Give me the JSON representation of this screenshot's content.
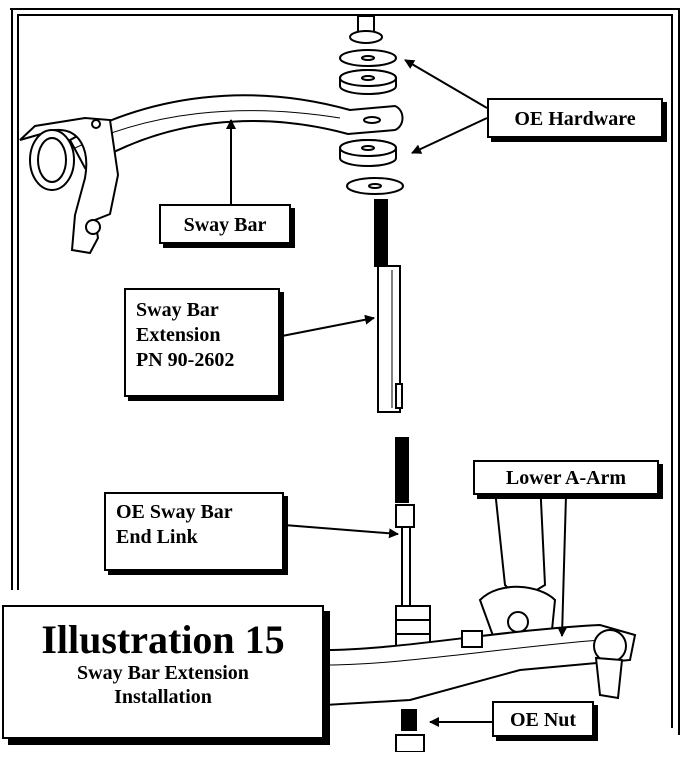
{
  "callouts": {
    "oe_hardware": "OE Hardware",
    "sway_bar": "Sway Bar",
    "extension": [
      "Sway Bar",
      "Extension",
      "PN 90-2602"
    ],
    "lower_a_arm": "Lower A-Arm",
    "end_link": [
      "OE Sway Bar",
      "End Link"
    ],
    "oe_nut": "OE Nut"
  },
  "illustration": {
    "title": "Illustration 15",
    "subtitle": [
      "Sway Bar Extension",
      "Installation"
    ]
  }
}
